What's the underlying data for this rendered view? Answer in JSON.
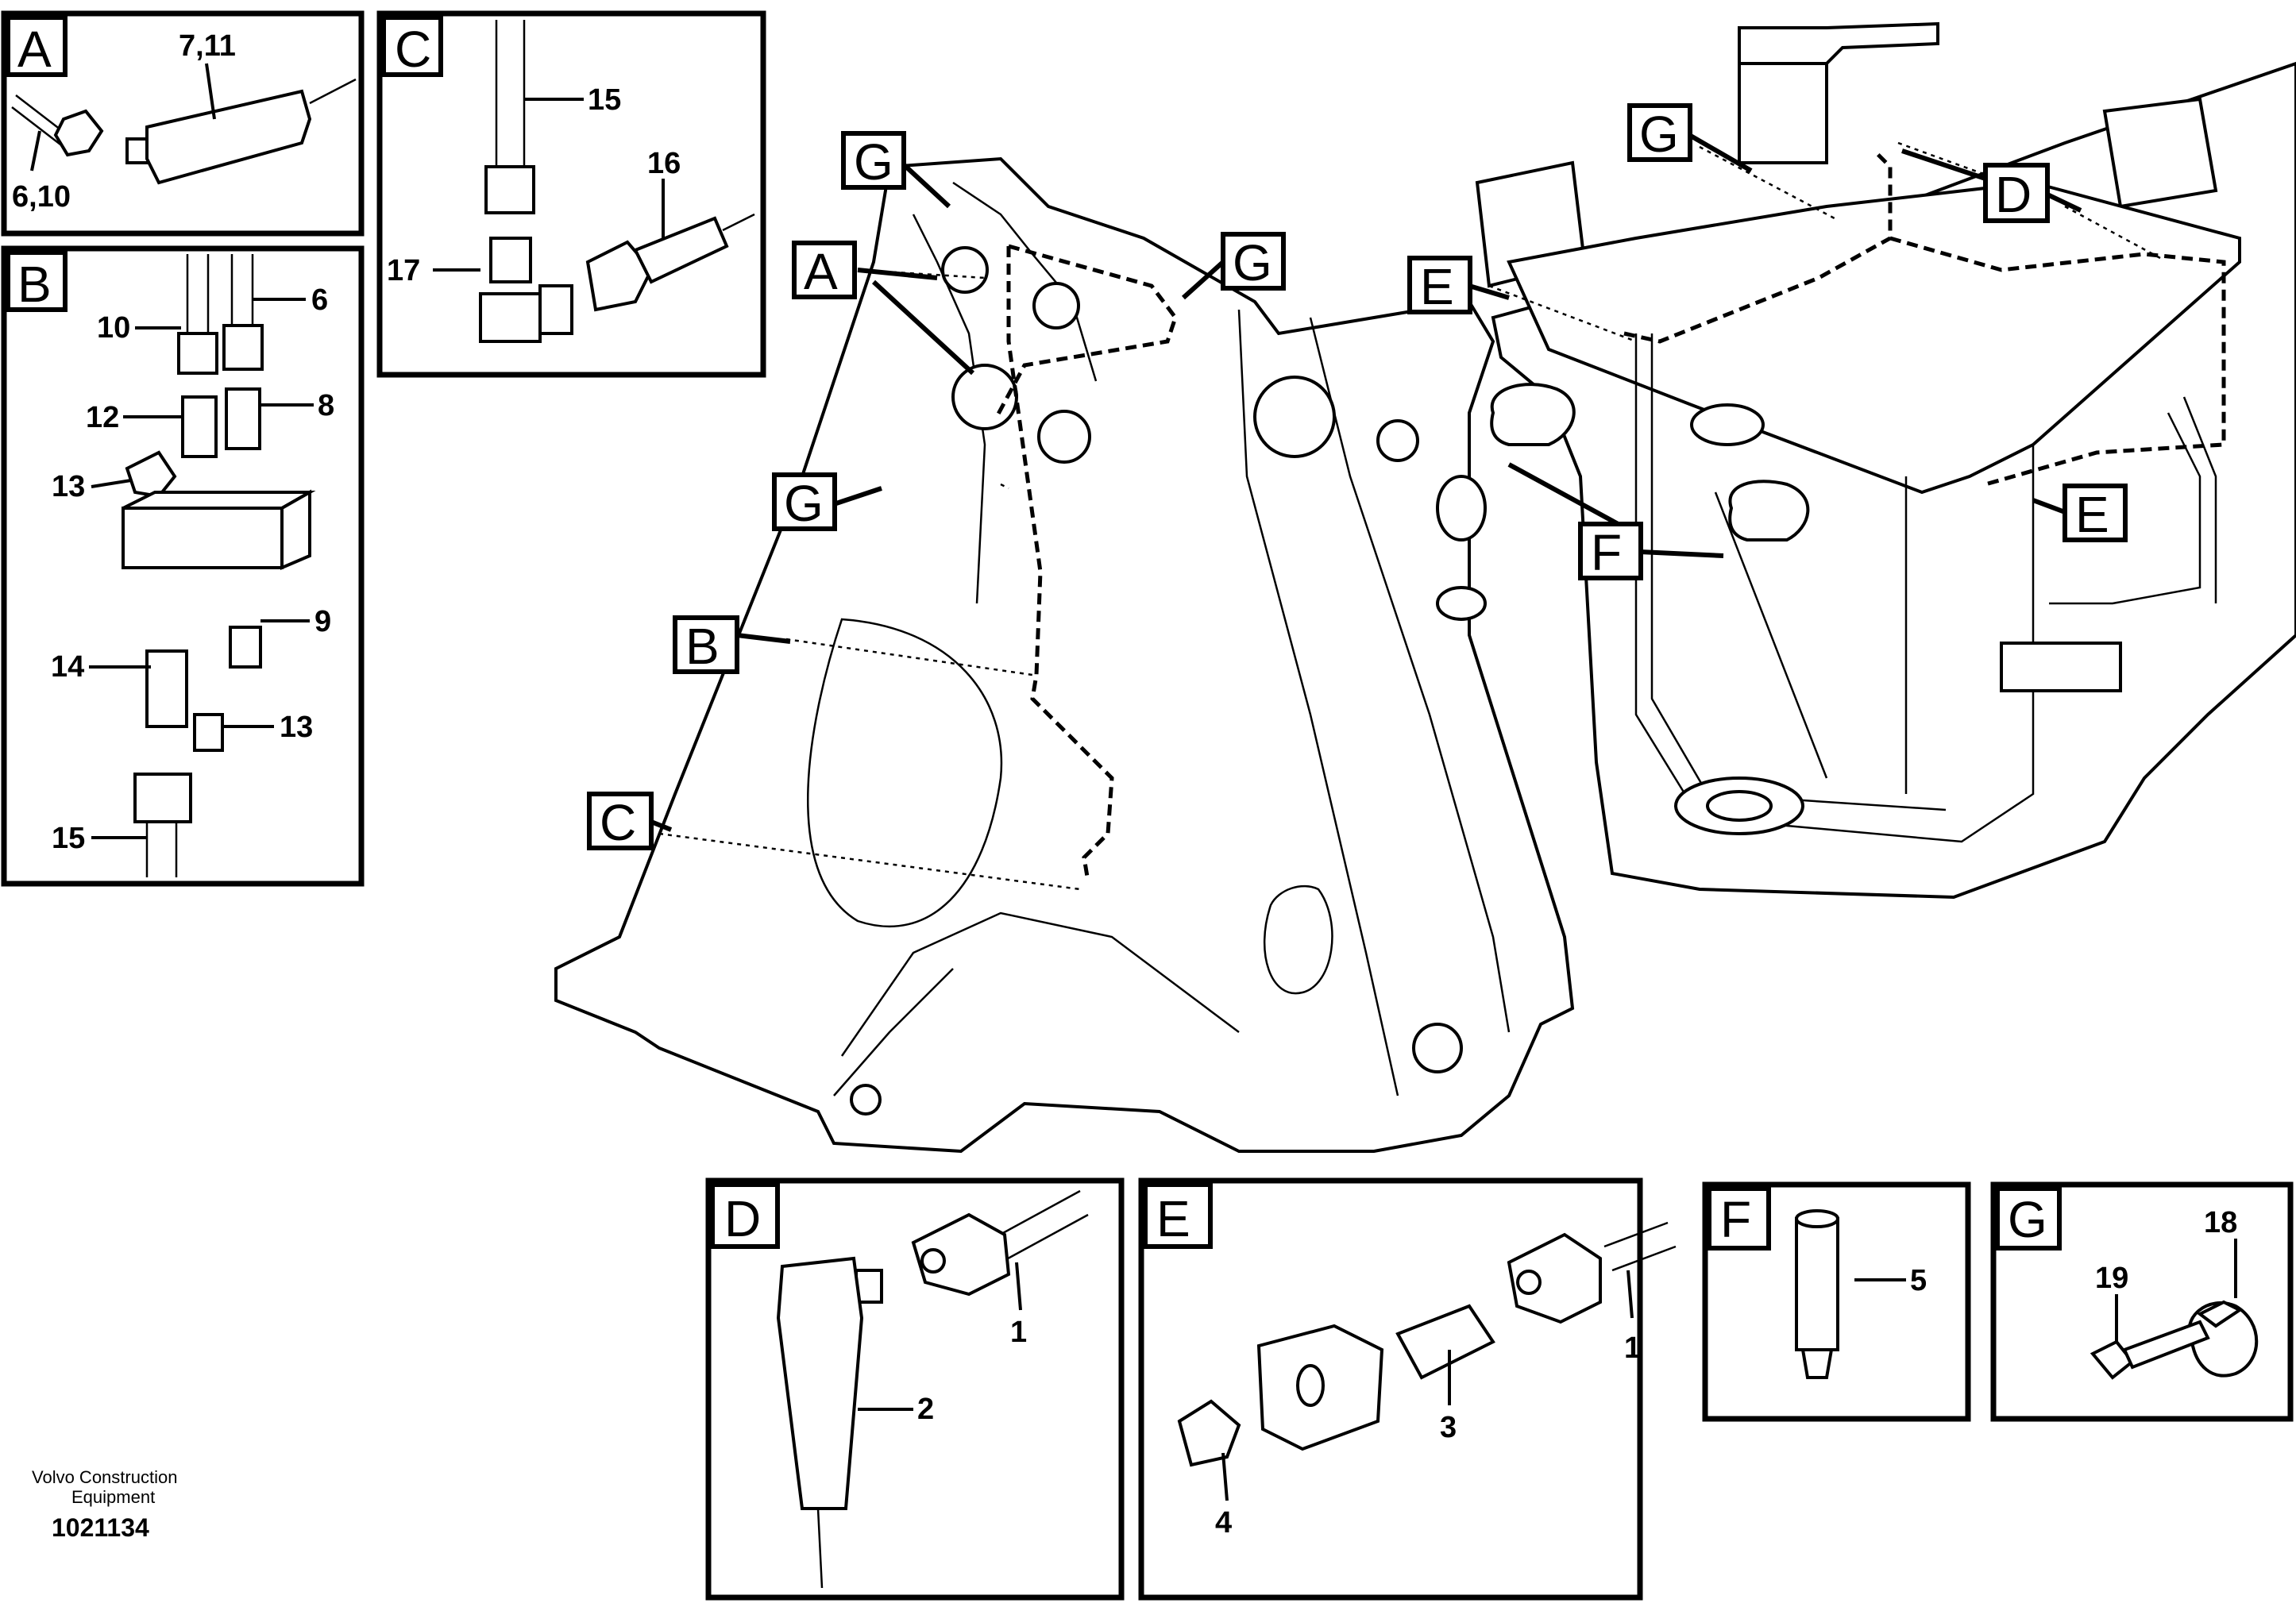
{
  "inset_letters": {
    "a": "A",
    "b": "B",
    "c": "C",
    "d": "D",
    "e": "E",
    "f": "F",
    "g": "G"
  },
  "callouts": {
    "a": [
      "7,11",
      "6,10"
    ],
    "b": [
      "10",
      "6",
      "12",
      "8",
      "13",
      "9",
      "14",
      "13",
      "15"
    ],
    "c": [
      "15",
      "16",
      "17"
    ],
    "d": [
      "1",
      "2"
    ],
    "e": [
      "1",
      "3",
      "4"
    ],
    "f": [
      "5"
    ],
    "g": [
      "18",
      "19"
    ]
  },
  "main_labels": {
    "frame_left": [
      "G",
      "A",
      "G",
      "G",
      "B",
      "C"
    ],
    "frame_right": [
      "G",
      "D",
      "E",
      "E",
      "F"
    ]
  },
  "footer": {
    "company_line1": "Volvo Construction",
    "company_line2": "Equipment",
    "drawing_number": "1021134"
  }
}
